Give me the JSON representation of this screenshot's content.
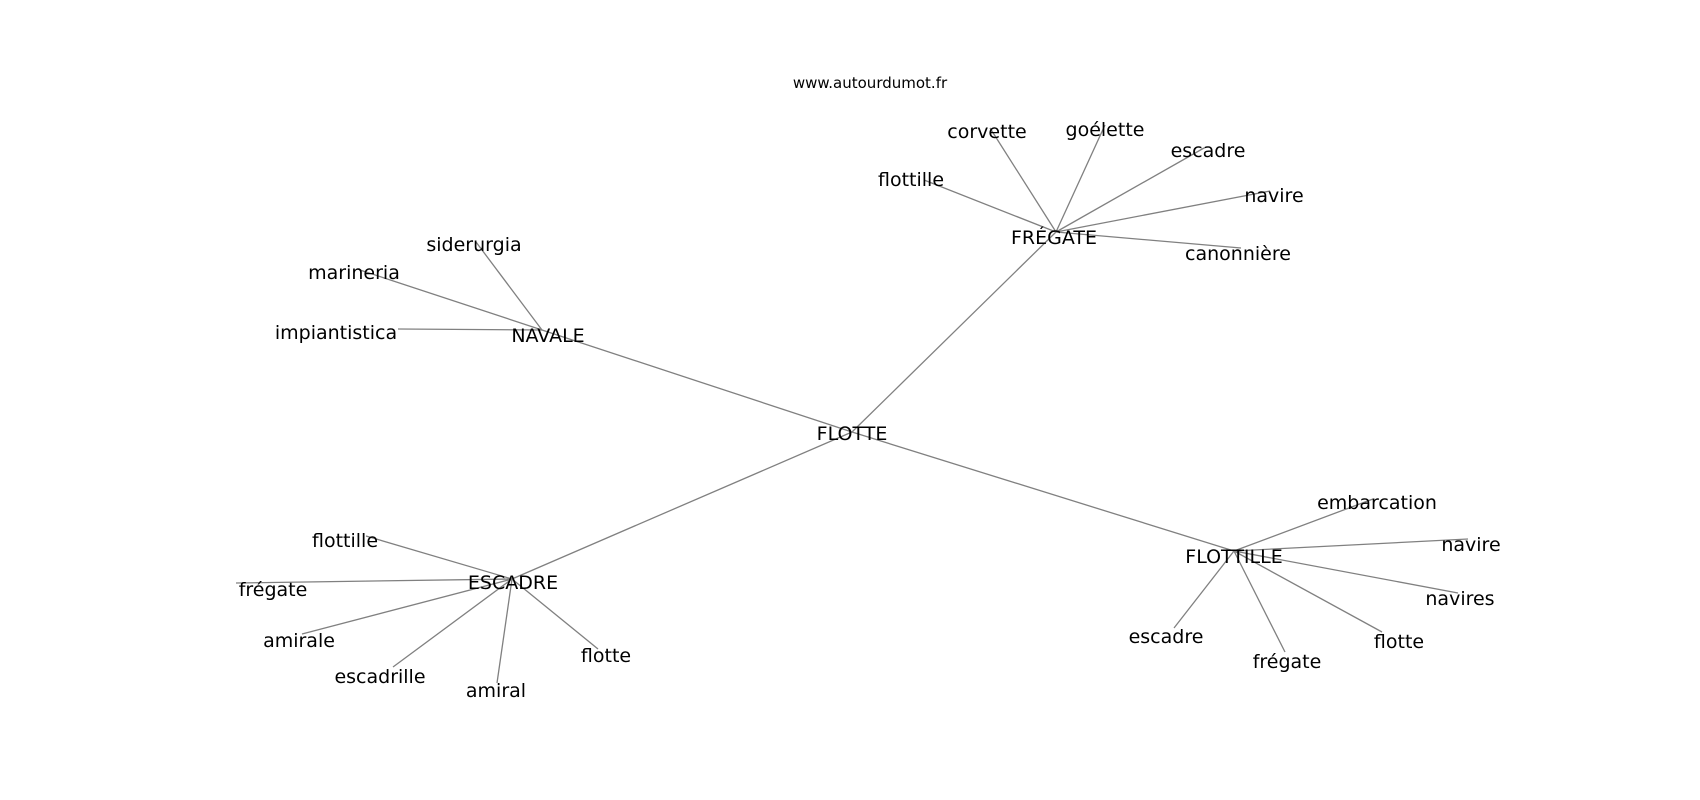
{
  "site_url": "www.autourdumot.fr",
  "graph": {
    "center": "FLOTTE",
    "hubs": [
      {
        "label": "NAVALE",
        "leaves": [
          "siderurgia",
          "marineria",
          "impiantistica"
        ]
      },
      {
        "label": "FRÉGATE",
        "leaves": [
          "corvette",
          "goélette",
          "escadre",
          "flottille",
          "navire",
          "canonnière"
        ]
      },
      {
        "label": "ESCADRE",
        "leaves": [
          "flottille",
          "frégate",
          "amirale",
          "escadrille",
          "amiral",
          "flotte"
        ]
      },
      {
        "label": "FLOTTILLE",
        "leaves": [
          "embarcation",
          "navire",
          "navires",
          "escadre",
          "frégate",
          "flotte"
        ]
      }
    ]
  },
  "colors": {
    "edge": "#808080",
    "text": "#000000",
    "background": "#ffffff"
  }
}
